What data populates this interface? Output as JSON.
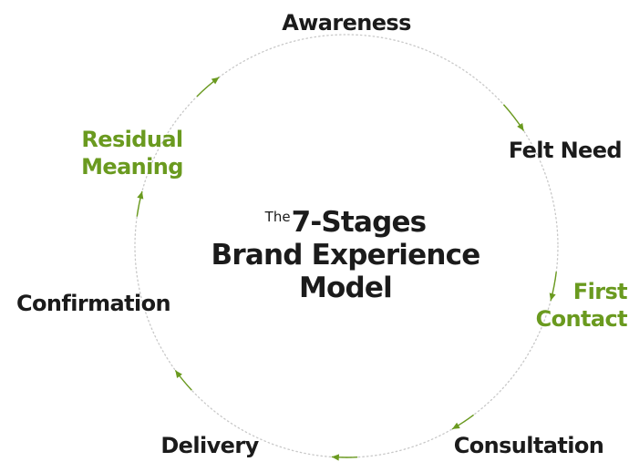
{
  "colors": {
    "accent": "#6a9a1f",
    "dark": "#1b1b1b",
    "circle": "#c8c8c8"
  },
  "title": {
    "prefix": "The",
    "line1": "7-Stages",
    "line2": "Brand Experience",
    "line3": "Model"
  },
  "stages": [
    {
      "lines": [
        "Awareness"
      ],
      "highlight": false
    },
    {
      "lines": [
        "Felt Need"
      ],
      "highlight": false
    },
    {
      "lines": [
        "First",
        "Contact"
      ],
      "highlight": true
    },
    {
      "lines": [
        "Consultation"
      ],
      "highlight": false
    },
    {
      "lines": [
        "Delivery"
      ],
      "highlight": false
    },
    {
      "lines": [
        "Confirmation"
      ],
      "highlight": false
    },
    {
      "lines": [
        "Residual",
        "Meaning"
      ],
      "highlight": true
    }
  ]
}
